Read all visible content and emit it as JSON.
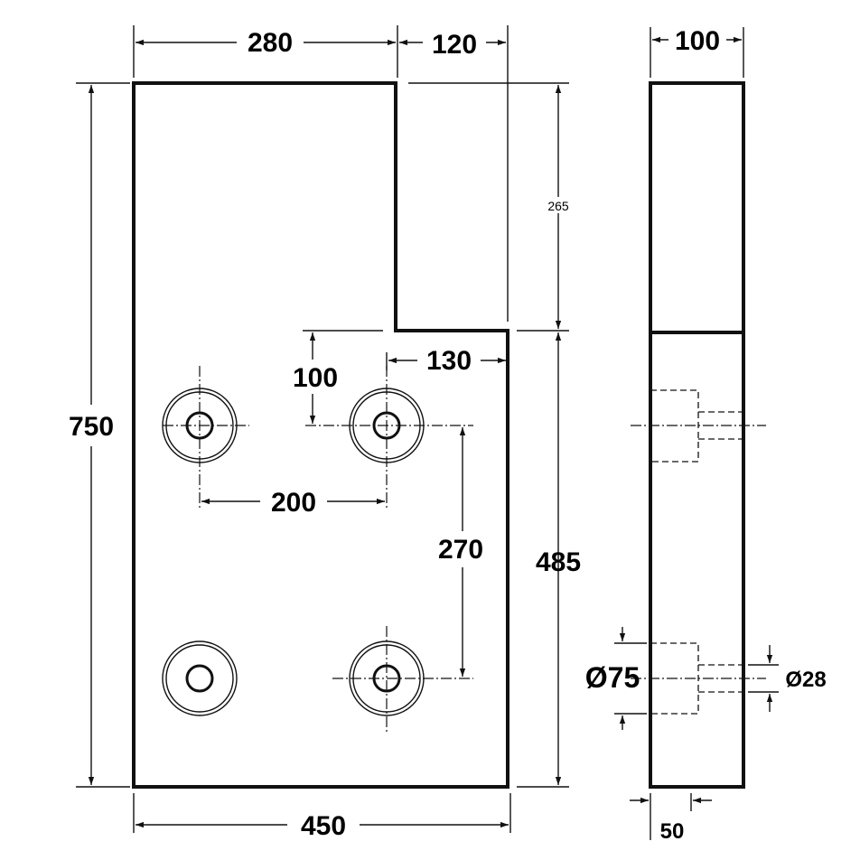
{
  "drawing": {
    "front_view": {
      "dimensions": {
        "top_left_width": "280",
        "top_right_width": "120",
        "total_height": "750",
        "notch_depth": "265",
        "lower_right_height": "485",
        "bottom_width": "450",
        "hole_row_offset": "100",
        "hole_edge_offset": "130",
        "hole_spacing_horizontal": "200",
        "hole_spacing_vertical": "270"
      }
    },
    "side_view": {
      "dimensions": {
        "thickness": "100",
        "counterbore_diameter": "Ø75",
        "hole_diameter": "Ø28",
        "counterbore_depth": "50"
      }
    }
  }
}
